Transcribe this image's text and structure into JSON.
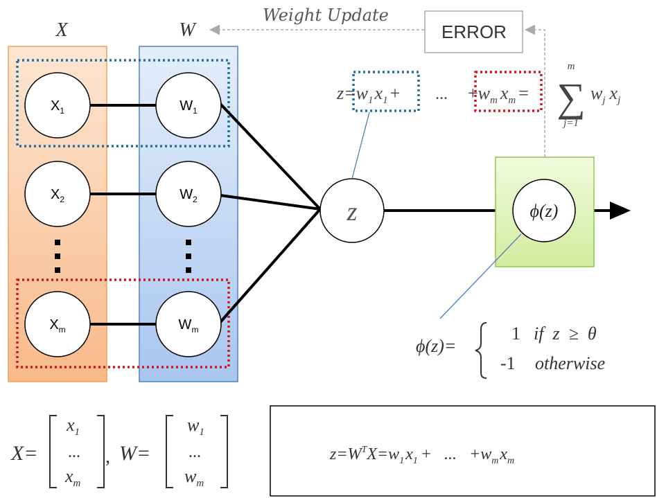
{
  "columns": {
    "x_header": "X",
    "w_header": "W"
  },
  "nodes": {
    "x": [
      {
        "base": "X",
        "sub": "1"
      },
      {
        "base": "X",
        "sub": "2"
      },
      {
        "base": "X",
        "sub": "m"
      }
    ],
    "w": [
      {
        "base": "W",
        "sub": "1"
      },
      {
        "base": "W",
        "sub": "2"
      },
      {
        "base": "W",
        "sub": "m"
      }
    ],
    "ellipsis": "⋮",
    "sum": "z",
    "activation": "ϕ(z)"
  },
  "feedback": {
    "weight_update": "Weight Update",
    "error": "ERROR"
  },
  "equations": {
    "net_input": {
      "z_eq": "z=",
      "w1x1": "w",
      "w1_sub": "1",
      "x1": "x",
      "x1_sub": "1",
      "plus": "+",
      "dots": "...",
      "plus2": "+",
      "wm": "w",
      "wm_sub": "m",
      "xm": "x",
      "xm_sub": "m",
      "eq": "=",
      "sum_symbol": "∑",
      "sum_upper": "m",
      "sum_lower": "j=1",
      "term": "w",
      "term_sub": "j",
      "term_x": "x",
      "term_x_sub": "j"
    },
    "activation_def": {
      "lhs": "ϕ(z)=",
      "case1_val": "1",
      "case1_cond": "if  z  ≥  θ",
      "case2_val": "-1",
      "case2_cond": "otherwise"
    },
    "vectors": {
      "x_lhs": "X=",
      "x_top": "x",
      "x_top_sub": "1",
      "x_mid": "...",
      "x_bot": "x",
      "x_bot_sub": "m",
      "comma": ",",
      "w_lhs": "W=",
      "w_top": "w",
      "w_top_sub": "1",
      "w_mid": "...",
      "w_bot": "w",
      "w_bot_sub": "m"
    },
    "matrix_form": {
      "lhs": "z=W",
      "sup": "T",
      "mid": "X=w",
      "s1": "1",
      "x1": "x",
      "x1s": "1",
      "plus": "+   ...   +w",
      "sm": "m",
      "xm": "x",
      "xms": "m"
    }
  },
  "colors": {
    "x_column_fill": "#fcd2b0",
    "x_column_border": "#f0a05a",
    "w_column_fill": "#c5d9f5",
    "w_column_border": "#4f81bd",
    "activation_fill": "#dff3b5",
    "activation_border": "#8fc651",
    "blue_dotted": "#1f6e9e",
    "red_dotted": "#d0161c",
    "connector": "#4a7ebb",
    "feedback": "#aaaaaa"
  }
}
